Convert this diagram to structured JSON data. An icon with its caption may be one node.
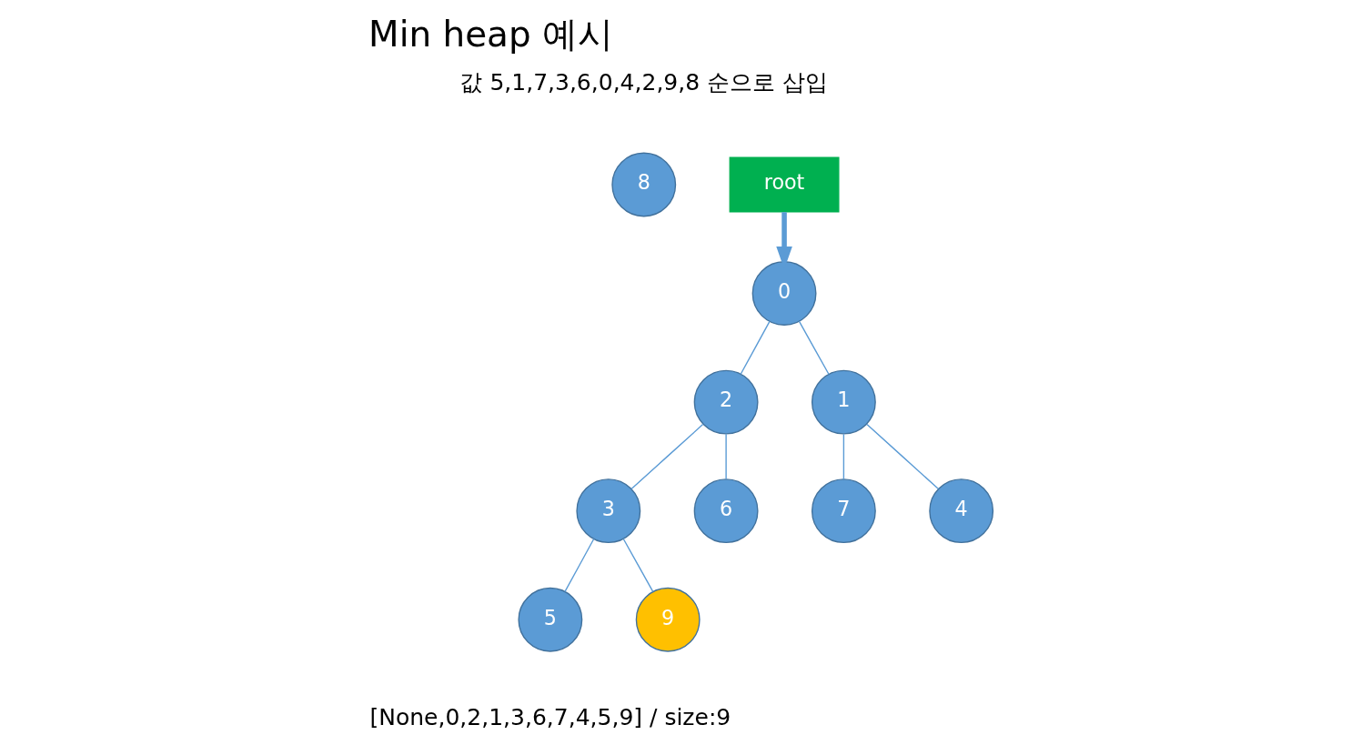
{
  "diagram": {
    "title": "Min heap 예시",
    "nodes": [
      {
        "text": [
          "8"
        ]
      },
      {
        "text": [
          "root"
        ]
      },
      {
        "text": [
          "0"
        ]
      },
      {
        "text": [
          "2"
        ]
      },
      {
        "text": [
          "1"
        ]
      },
      {
        "text": [
          "3"
        ]
      },
      {
        "text": [
          "6"
        ]
      },
      {
        "text": [
          "7"
        ]
      },
      {
        "text": [
          "4"
        ]
      },
      {
        "text": [
          "5"
        ]
      },
      {
        "text": [
          "9"
        ]
      }
    ],
    "edges": [
      {
        "from": 1,
        "to": 2,
        "arrow": "to",
        "style": "thick"
      },
      {
        "from": 2,
        "to": 3,
        "arrow": "none"
      },
      {
        "from": 2,
        "to": 4,
        "arrow": "none"
      },
      {
        "from": 3,
        "to": 5,
        "arrow": "none"
      },
      {
        "from": 3,
        "to": 6,
        "arrow": "none"
      },
      {
        "from": 4,
        "to": 7,
        "arrow": "none"
      },
      {
        "from": 4,
        "to": 8,
        "arrow": "none"
      },
      {
        "from": 5,
        "to": 9,
        "arrow": "none"
      },
      {
        "from": 5,
        "to": 10,
        "arrow": "none"
      }
    ],
    "labels": [
      "값 5,1,7,3,6,0,4,2,9,8 순으로 삽입",
      "[None,0,2,1,3,6,7,4,5,9] / size:9"
    ]
  }
}
